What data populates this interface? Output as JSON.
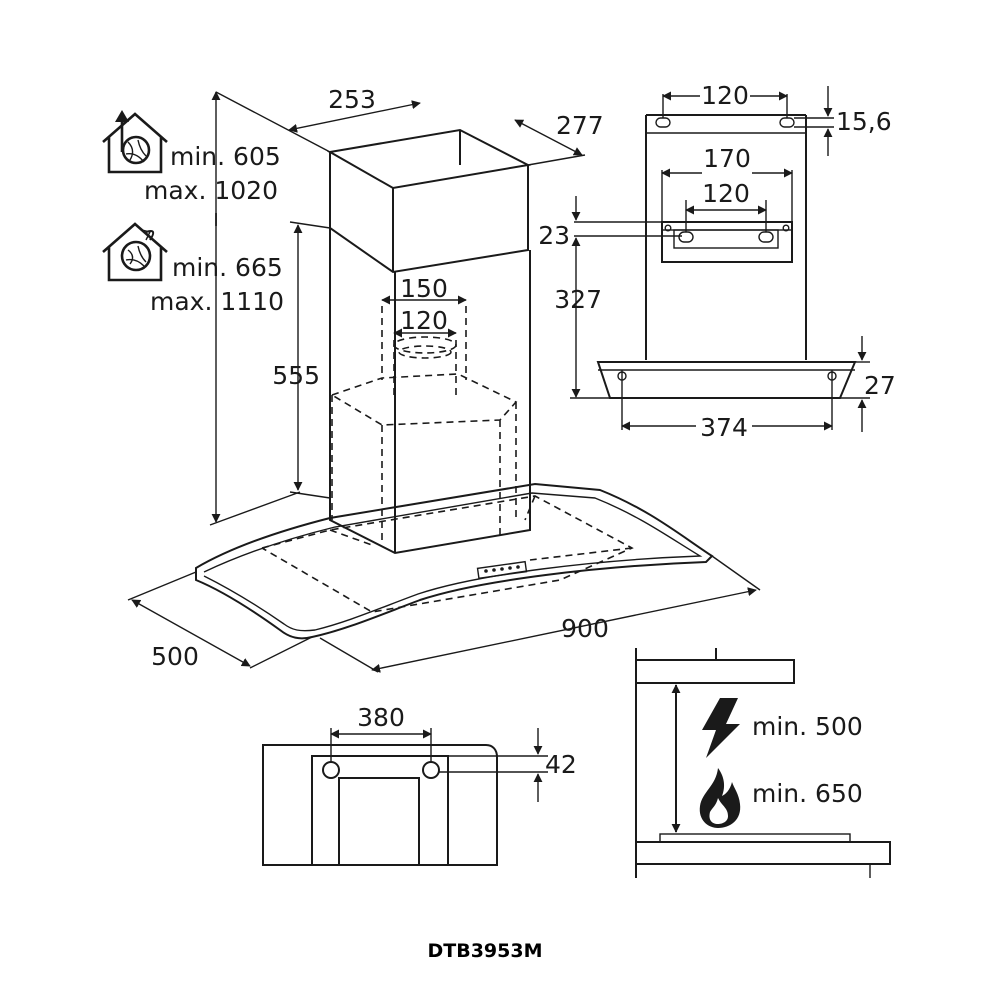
{
  "main_view": {
    "duct_width": "253",
    "duct_depth": "277",
    "duct_outlet_outer": "150",
    "duct_outlet_inner": "120",
    "chimney_height": "555",
    "canopy_width": "900",
    "canopy_depth": "500"
  },
  "install_heights": {
    "extraction_mode": {
      "icon": "house-with-exhaust-fan-icon",
      "min": "min. 605",
      "max": "max. 1020"
    },
    "separator": "I",
    "recirculation_mode": {
      "icon": "house-with-recirculation-fan-icon",
      "min": "min. 665",
      "max": "max. 1110"
    }
  },
  "rear_view": {
    "top_bracket_spacing": "120",
    "top_bracket_height": "15,6",
    "middle_bracket_outer": "170",
    "middle_bracket_inner": "120",
    "bracket_offset": "23",
    "bracket_to_canopy": "327",
    "canopy_thickness": "27",
    "canopy_holes_spacing": "374"
  },
  "top_view": {
    "holes_spacing": "380",
    "holes_offset": "42"
  },
  "clearance": {
    "electric_icon": "lightning-bolt-icon",
    "electric_label": "min. 500",
    "gas_icon": "flame-icon",
    "gas_label": "min. 650"
  },
  "model_code": "DTB3953M"
}
